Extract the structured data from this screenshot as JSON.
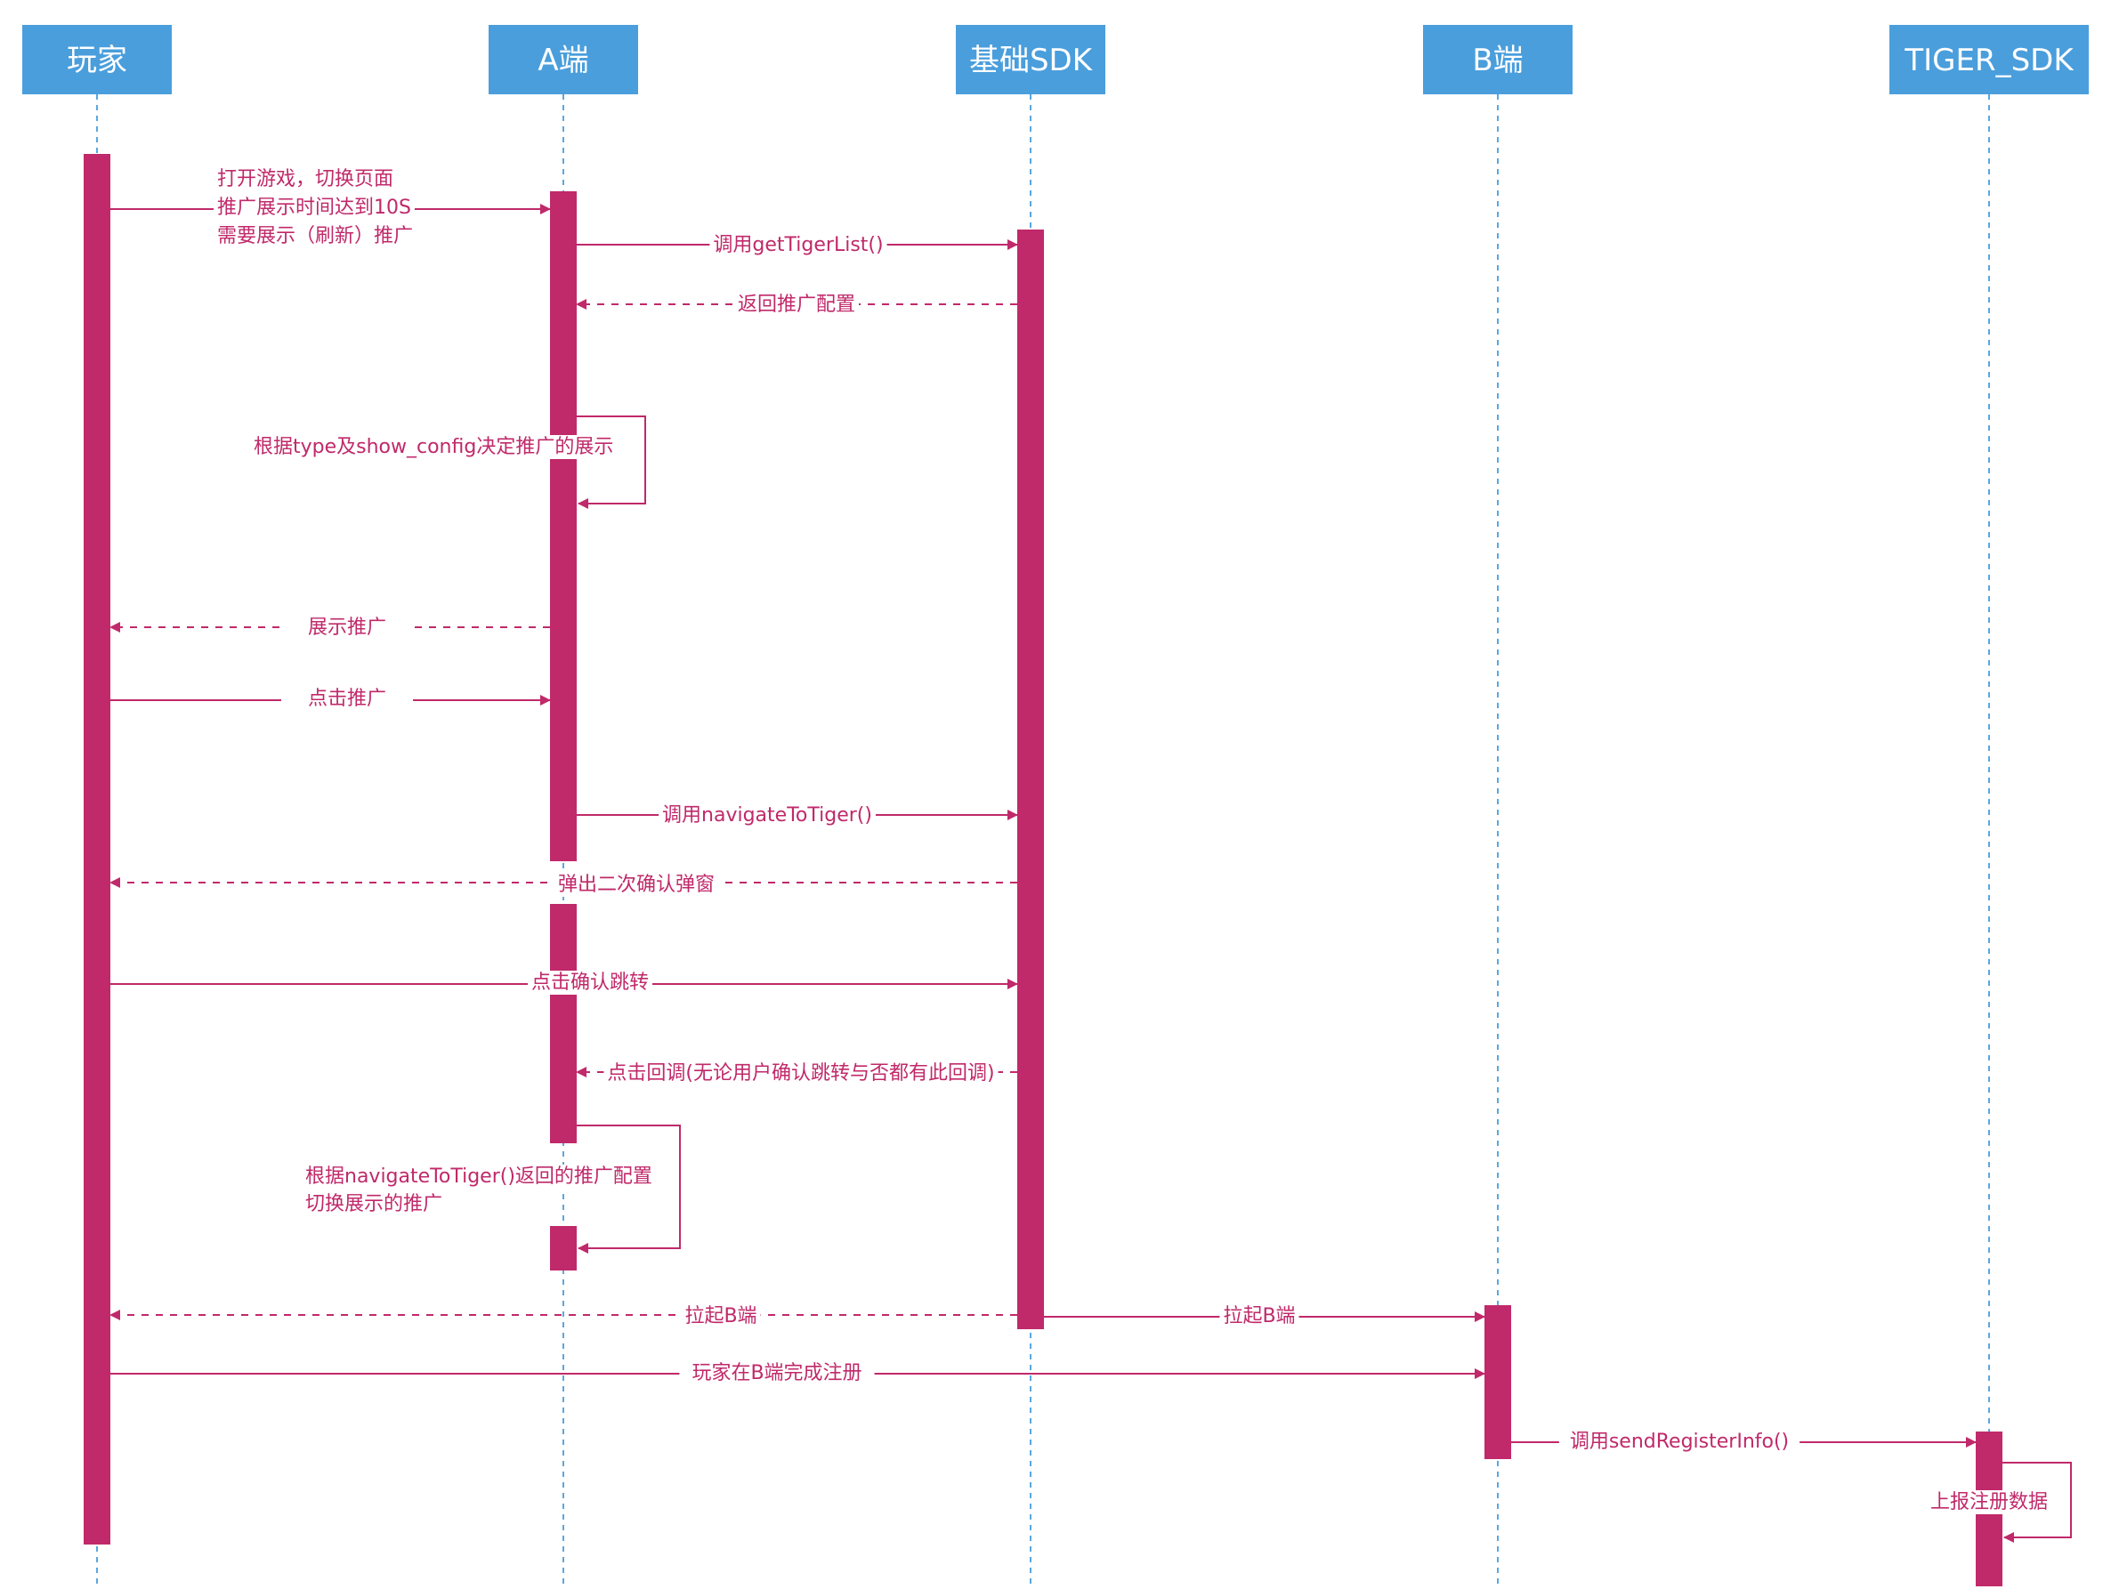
{
  "colors": {
    "actor_fill": "#4a9edc",
    "actor_text": "#ffffff",
    "lifeline": "#5aa7e0",
    "activation": "#c0296a",
    "message": "#c0296a",
    "background": "#ffffff"
  },
  "actors": [
    {
      "id": "player",
      "label": "玩家"
    },
    {
      "id": "a_end",
      "label": "A端"
    },
    {
      "id": "base_sdk",
      "label": "基础SDK"
    },
    {
      "id": "b_end",
      "label": "B端"
    },
    {
      "id": "tiger_sdk",
      "label": "TIGER_SDK"
    }
  ],
  "messages": [
    {
      "id": "m1",
      "from": "player",
      "to": "a_end",
      "style": "solid",
      "lines": [
        "打开游戏，切换页面",
        "推广展示时间达到10S",
        "需要展示（刷新）推广"
      ]
    },
    {
      "id": "m2",
      "from": "a_end",
      "to": "base_sdk",
      "style": "solid",
      "lines": [
        "调用getTigerList()"
      ]
    },
    {
      "id": "m3",
      "from": "base_sdk",
      "to": "a_end",
      "style": "dashed",
      "lines": [
        "返回推广配置"
      ]
    },
    {
      "id": "m4",
      "from": "a_end",
      "to": "a_end",
      "style": "self",
      "lines": [
        "根据type及show_config决定推广的展示"
      ]
    },
    {
      "id": "m5",
      "from": "a_end",
      "to": "player",
      "style": "dashed",
      "lines": [
        "展示推广"
      ]
    },
    {
      "id": "m6",
      "from": "player",
      "to": "a_end",
      "style": "solid",
      "lines": [
        "点击推广"
      ]
    },
    {
      "id": "m7",
      "from": "a_end",
      "to": "base_sdk",
      "style": "solid",
      "lines": [
        "调用navigateToTiger()"
      ]
    },
    {
      "id": "m8",
      "from": "base_sdk",
      "to": "player",
      "style": "dashed",
      "lines": [
        "弹出二次确认弹窗"
      ]
    },
    {
      "id": "m9",
      "from": "player",
      "to": "base_sdk",
      "style": "solid",
      "lines": [
        "点击确认跳转"
      ]
    },
    {
      "id": "m10",
      "from": "base_sdk",
      "to": "a_end",
      "style": "dashed",
      "lines": [
        "点击回调(无论用户确认跳转与否都有此回调)"
      ]
    },
    {
      "id": "m11",
      "from": "a_end",
      "to": "a_end",
      "style": "self",
      "lines": [
        "根据navigateToTiger()返回的推广配置",
        "切换展示的推广"
      ]
    },
    {
      "id": "m12",
      "from": "base_sdk",
      "to": "player",
      "style": "dashed",
      "lines": [
        "拉起B端"
      ]
    },
    {
      "id": "m13",
      "from": "base_sdk",
      "to": "b_end",
      "style": "solid",
      "lines": [
        "拉起B端"
      ]
    },
    {
      "id": "m14",
      "from": "player",
      "to": "b_end",
      "style": "solid",
      "lines": [
        "玩家在B端完成注册"
      ]
    },
    {
      "id": "m15",
      "from": "b_end",
      "to": "tiger_sdk",
      "style": "solid",
      "lines": [
        "调用sendRegisterInfo()"
      ]
    },
    {
      "id": "m16",
      "from": "tiger_sdk",
      "to": "tiger_sdk",
      "style": "self",
      "lines": [
        "上报注册数据"
      ]
    }
  ]
}
